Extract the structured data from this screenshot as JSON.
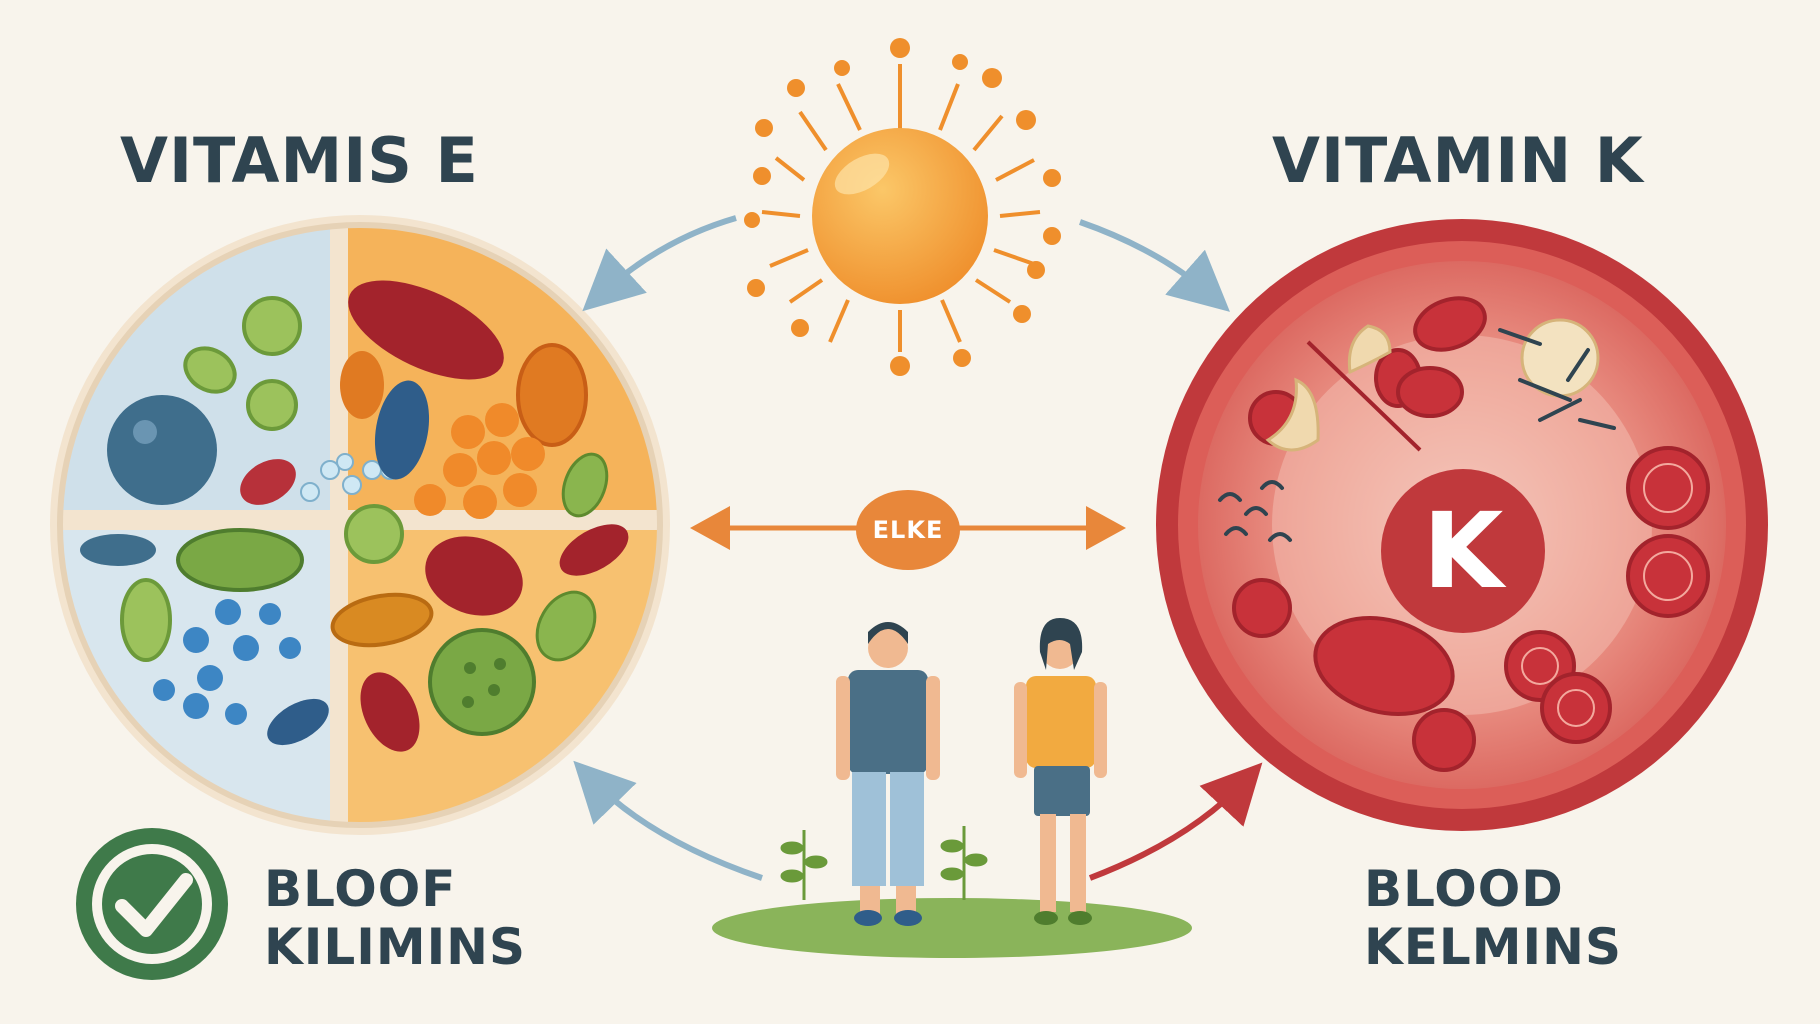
{
  "left_panel": {
    "title": "VITAMIS E",
    "caption_line1": "BLOOF",
    "caption_line2": "KILIMINS",
    "badge_icon": "checkmark-icon"
  },
  "right_panel": {
    "title": "VITAMIN K",
    "center_letter": "K",
    "caption_line1": "BLOOD",
    "caption_line2": "KELMINS"
  },
  "center": {
    "badge_label": "ELKE",
    "sun_icon": "sun-icon",
    "people_icon": "people-icon"
  },
  "colors": {
    "background": "#f8f4ec",
    "title_text": "#2f4450",
    "orange_accent": "#e8873a",
    "blood_red": "#c0393c",
    "blue_quadrant": "#cfe0ea",
    "orange_quadrant": "#f5b35a",
    "check_green": "#3f7a4a"
  }
}
